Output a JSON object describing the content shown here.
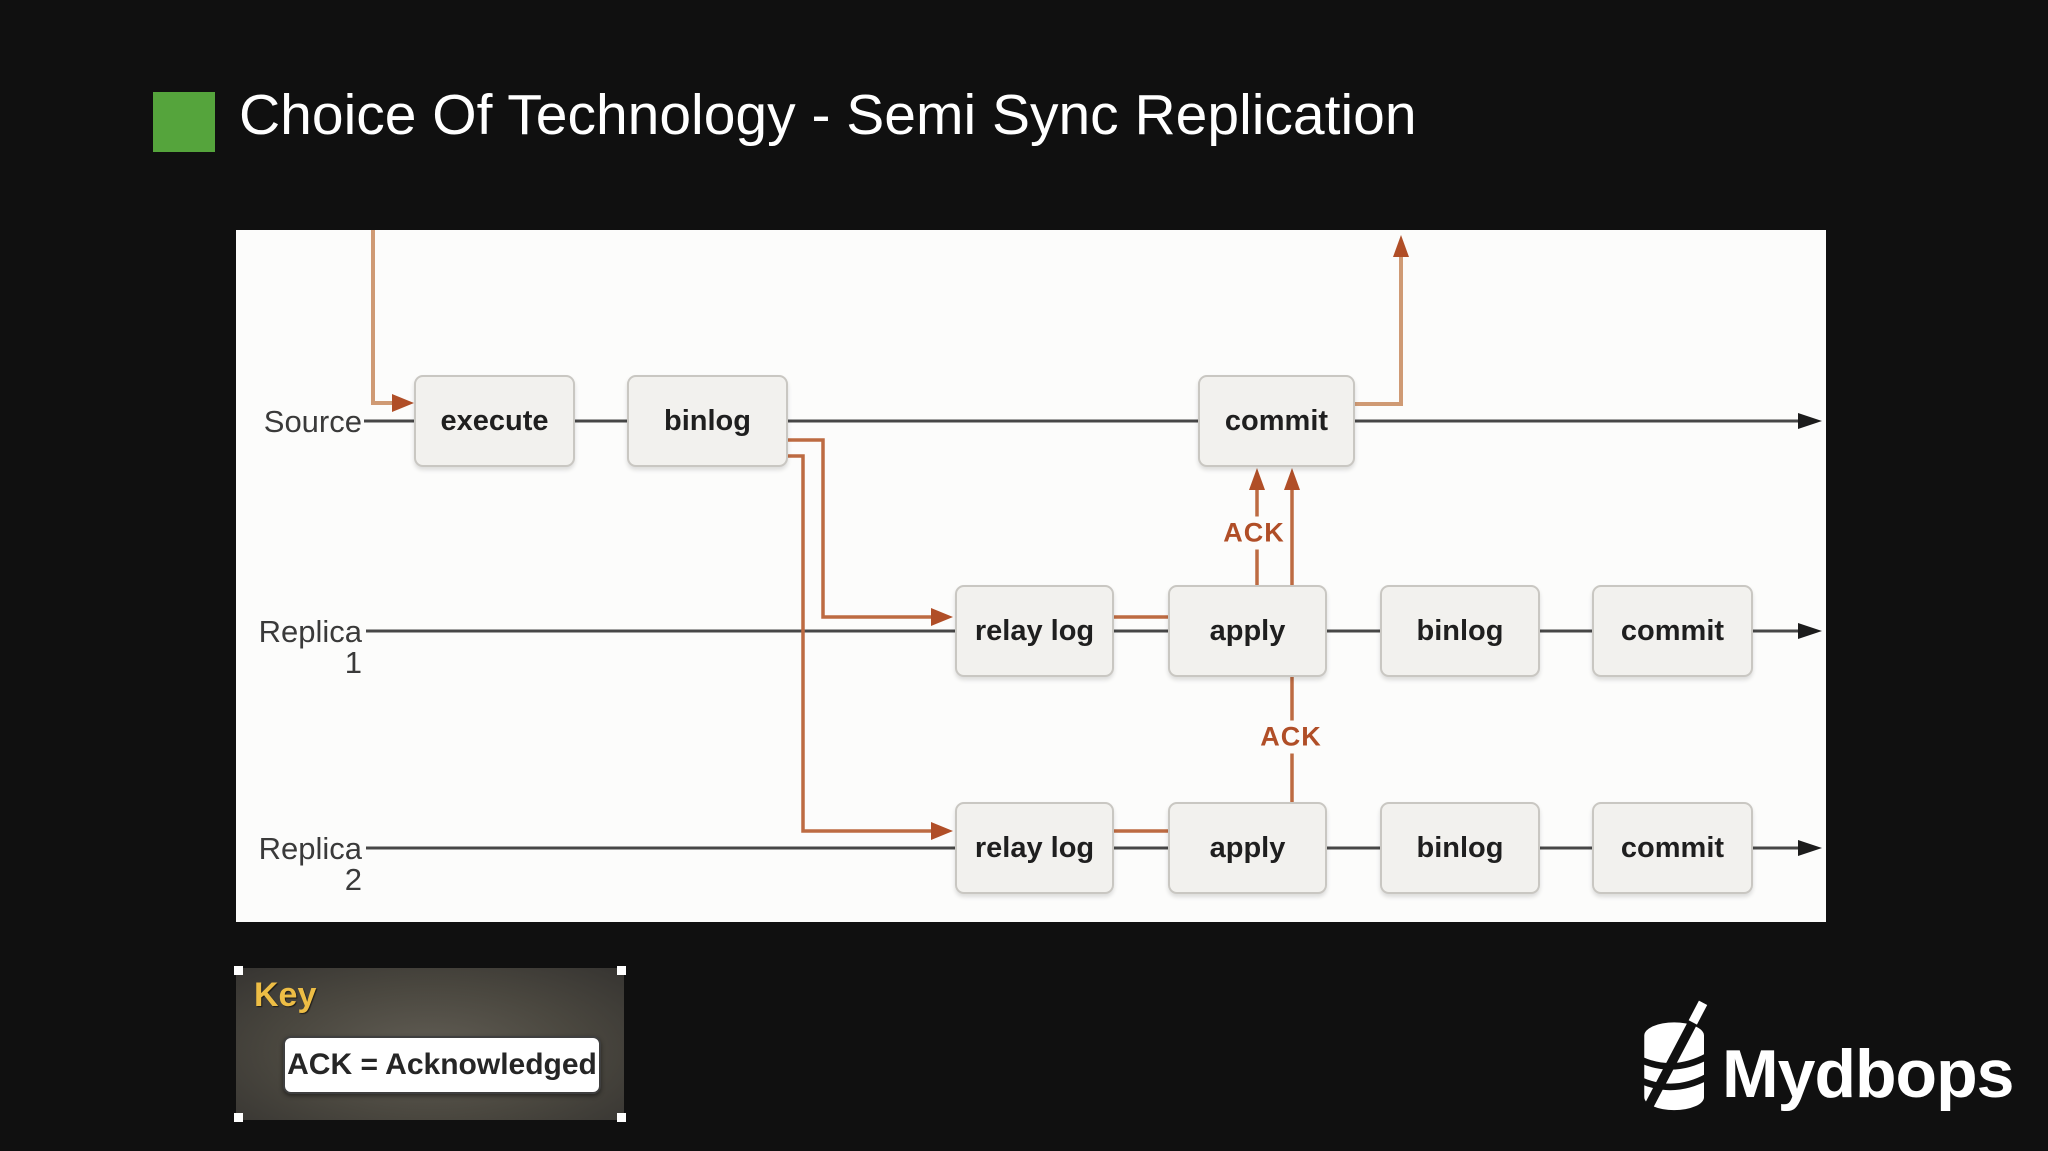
{
  "slide": {
    "title": "Choice Of Technology - Semi Sync Replication",
    "background_color": "#101010",
    "accent_color": "#55a43c"
  },
  "diagram": {
    "background_color": "#fcfcfb",
    "row_line_color": "#474747",
    "flow_line_color": "#bd6b42",
    "flow_line_light_color": "#cf9a74",
    "arrowhead_color": "#b04e27",
    "rows": [
      {
        "label": "Source",
        "boxes": [
          "execute",
          "binlog",
          "commit"
        ]
      },
      {
        "label": "Replica 1",
        "boxes": [
          "relay log",
          "apply",
          "binlog",
          "commit"
        ]
      },
      {
        "label": "Replica 2",
        "boxes": [
          "relay log",
          "apply",
          "binlog",
          "commit"
        ]
      }
    ],
    "ack_labels": [
      "ACK",
      "ACK"
    ]
  },
  "key": {
    "title": "Key",
    "entry": "ACK = Acknowledged"
  },
  "logo": {
    "name": "Mydbops"
  }
}
